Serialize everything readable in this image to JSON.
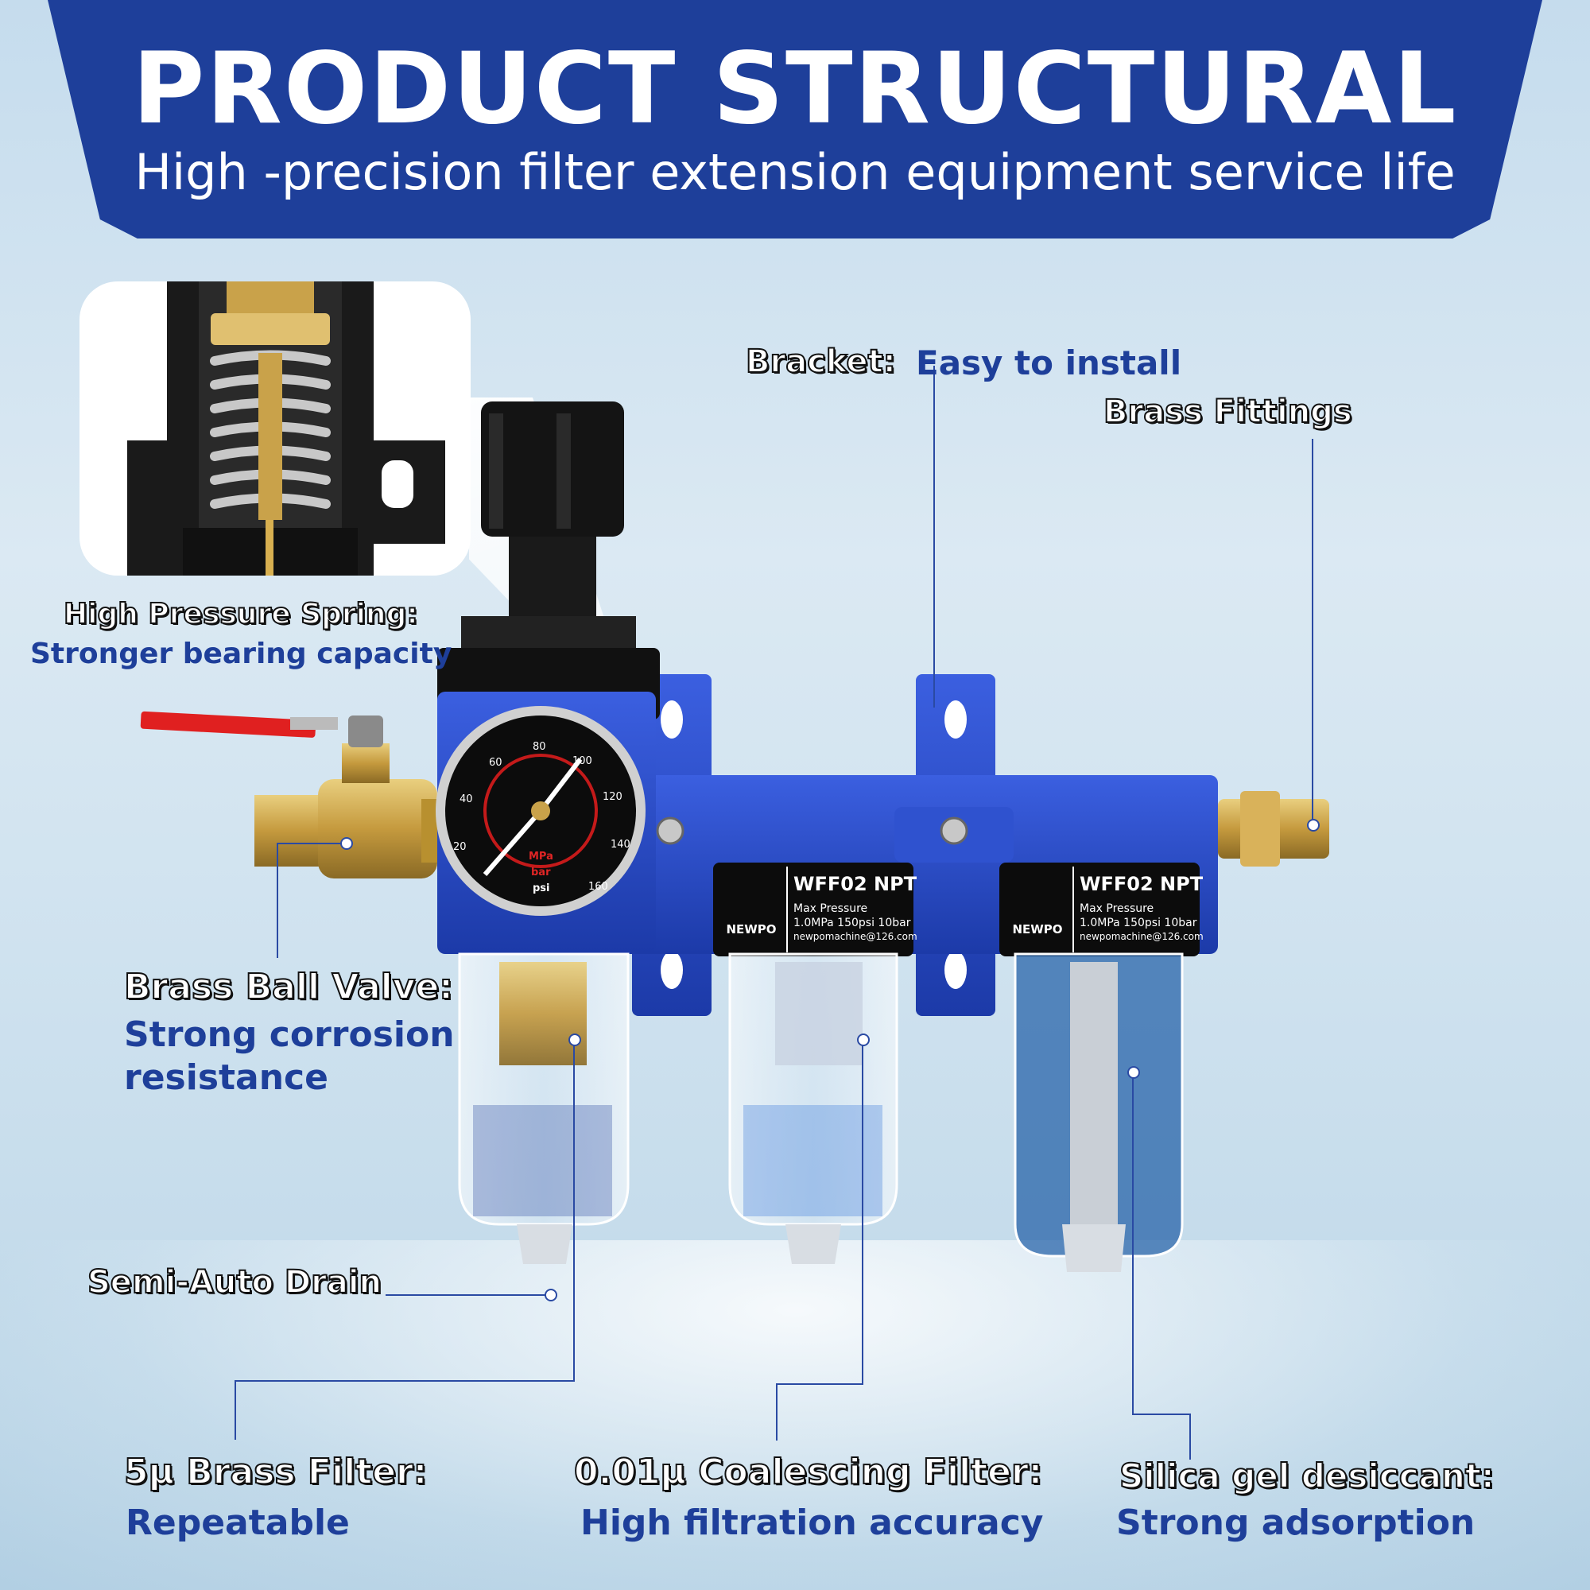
{
  "header": {
    "title": "PRODUCT STRUCTURAL",
    "subtitle": "High -precision filter extension equipment service life"
  },
  "callouts": {
    "spring": {
      "label": "High Pressure Spring:",
      "desc": "Stronger bearing capacity"
    },
    "bracket": {
      "label": "Bracket:",
      "desc": "Easy to install"
    },
    "brass_fittings": {
      "label": "Brass Fittings"
    },
    "ball_valve": {
      "label": "Brass Ball Valve:",
      "desc_line1": "Strong corrosion",
      "desc_line2": "resistance"
    },
    "drain": {
      "label": "Semi-Auto Drain"
    },
    "brass_filter": {
      "label": "5μ Brass Filter:",
      "desc": "Repeatable"
    },
    "coalescing": {
      "label": "0.01μ Coalescing Filter:",
      "desc": "High filtration accuracy"
    },
    "silica": {
      "label": "Silica gel desiccant:",
      "desc": "Strong adsorption"
    }
  },
  "product_labels": {
    "brand": "NEWPO",
    "model": "WFF02 NPT",
    "spec1": "Max Pressure",
    "spec2": "1.0MPa 150psi 10bar",
    "email": "newpomachine@126.com"
  },
  "gauge": {
    "unit_mpa": "MPa",
    "unit_bar": "bar",
    "unit_psi": "psi",
    "psi_ticks": [
      "20",
      "40",
      "60",
      "80",
      "100",
      "120",
      "140",
      "160"
    ]
  },
  "colors": {
    "banner": "#1e3f9a",
    "accent_text": "#1e3f9a",
    "bracket_blue": "#2347c4",
    "brass": "#c9a24a"
  }
}
